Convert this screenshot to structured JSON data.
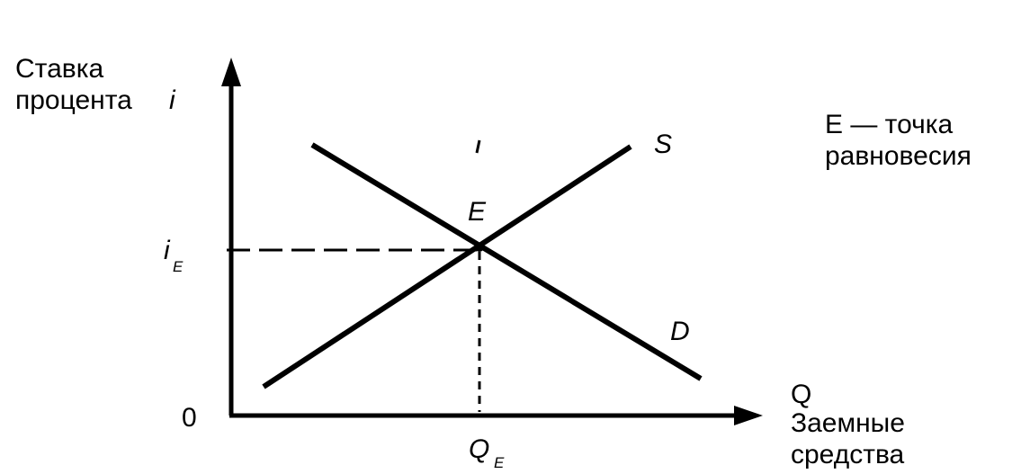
{
  "y_axis_label": {
    "line1": "Ставка",
    "line2": "процента",
    "symbol": "i"
  },
  "x_axis_label": {
    "symbol": "Q",
    "line1": "Заемные",
    "line2": "средства"
  },
  "origin_label": "0",
  "supply_curve_label": "S",
  "demand_curve_label": "D",
  "equilibrium_point_label": "E",
  "equilibrium_rate_label": {
    "main": "i",
    "sub": "E"
  },
  "equilibrium_quantity_label": {
    "main": "Q",
    "sub": "E"
  },
  "legend": {
    "line1": "E — точка",
    "line2": "равновесия"
  },
  "colors": {
    "ink": "#000000",
    "background": "#ffffff"
  }
}
